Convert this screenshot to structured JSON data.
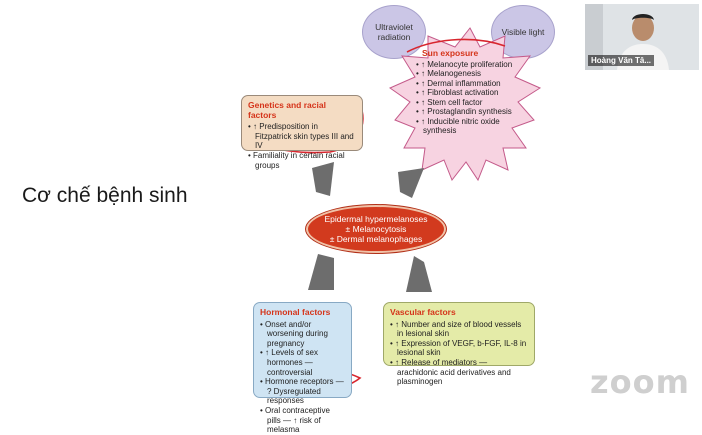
{
  "slide": {
    "title": "Cơ chế bệnh sinh"
  },
  "diagram": {
    "uv": "Ultraviolet radiation",
    "visible": "Visible light",
    "sun": {
      "title": "Sun exposure",
      "items": [
        "• ↑ Melanocyte proliferation",
        "• ↑ Melanogenesis",
        "• ↑ Dermal inflammation",
        "• ↑ Fibroblast activation",
        "• ↑ Stem cell factor",
        "• ↑ Prostaglandin synthesis",
        "• ↑ Inducible nitric oxide synthesis"
      ]
    },
    "genetics": {
      "title": "Genetics and racial factors",
      "items": [
        "• ↑ Predisposition in Fitzpatrick skin types III and IV",
        "• Familiality in certain racial groups"
      ]
    },
    "center": {
      "line1": "Epidermal hypermelanoses",
      "line2": "± Melanocytosis",
      "line3": "± Dermal melanophages"
    },
    "hormonal": {
      "title": "Hormonal factors",
      "items": [
        "• Onset and/or worsening during pregnancy",
        "• ↑ Levels of sex hormones — controversial",
        "• Hormone receptors — ? Dysregulated responses",
        "• Oral contraceptive pills — ↑ risk of melasma"
      ]
    },
    "vascular": {
      "title": "Vascular factors",
      "items": [
        "• ↑ Number and size of blood vessels in lesional skin",
        "• ↑ Expression of VEGF, b-FGF, IL-8 in lesional skin",
        "• ↑ Release of mediators — arachidonic acid derivatives and plasminogen"
      ]
    }
  },
  "webcam": {
    "name": "Hoàng Văn Tâ..."
  },
  "watermark": "zoom"
}
